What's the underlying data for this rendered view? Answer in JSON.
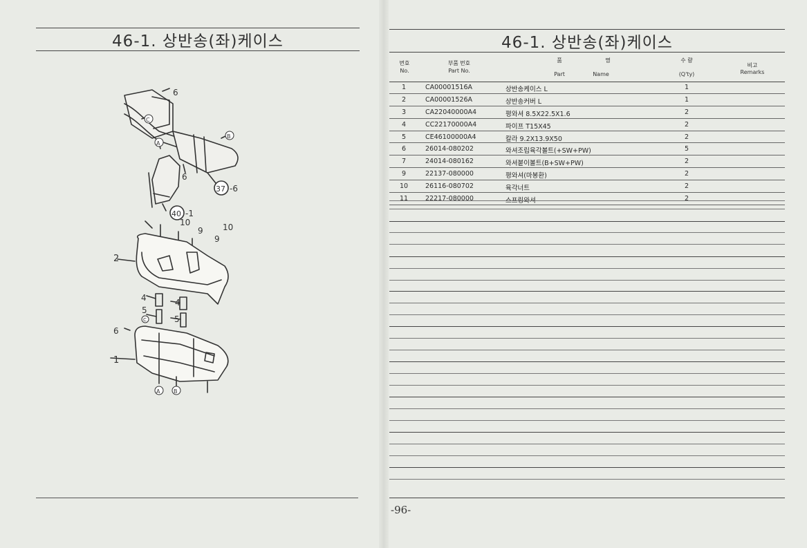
{
  "left_page": {
    "title": "46-1. 상반송(좌)케이스",
    "callouts": {
      "c6_top": "6",
      "cC": "C",
      "cB": "B",
      "cA": "A",
      "c6_mid": "6",
      "c37": "37",
      "c37_suffix": "-6",
      "c40": "40",
      "c40_suffix": "-1",
      "c10a": "10",
      "c10b": "10",
      "c9a": "9",
      "c9b": "9",
      "c2": "2",
      "c4a": "4",
      "c4b": "4",
      "c5a": "5",
      "c5b": "5",
      "cC2": "C",
      "c6_low": "6",
      "c1": "1",
      "cA2": "A",
      "cB2": "B"
    }
  },
  "right_page": {
    "title": "46-1. 상반송(좌)케이스",
    "page_number": "-96-",
    "header": {
      "no_ko": "번호",
      "no_en": "No.",
      "part_no_ko": "부품 번호",
      "part_no_en": "Part   No.",
      "name_ko_1": "품",
      "name_ko_2": "명",
      "name_en_1": "Part",
      "name_en_2": "Name",
      "qty_ko": "수  량",
      "qty_en": "(Q'ty)",
      "remarks_ko": "비고",
      "remarks_en": "Remarks"
    },
    "rows": [
      {
        "no": "1",
        "part_no": "CA00001516A",
        "name": "상반송케이스 L",
        "qty": "1"
      },
      {
        "no": "2",
        "part_no": "CA00001526A",
        "name": "상반송커버 L",
        "qty": "1"
      },
      {
        "no": "3",
        "part_no": "CA22040000A4",
        "name": "평와셔 8.5X22.5X1.6",
        "qty": "2"
      },
      {
        "no": "4",
        "part_no": "CC22170000A4",
        "name": "파이프 T15X45",
        "qty": "2"
      },
      {
        "no": "5",
        "part_no": "CE46100000A4",
        "name": "칼라 9.2X13.9X50",
        "qty": "2"
      },
      {
        "no": "6",
        "part_no": "26014-080202",
        "name": "와셔조립육각볼트(+SW+PW)",
        "qty": "5"
      },
      {
        "no": "7",
        "part_no": "24014-080162",
        "name": "와셔붙이볼트(B+SW+PW)",
        "qty": "2"
      },
      {
        "no": "9",
        "part_no": "22137-080000",
        "name": "평와셔(마봉환)",
        "qty": "2"
      },
      {
        "no": "10",
        "part_no": "26116-080702",
        "name": "육각너트",
        "qty": "2"
      },
      {
        "no": "11",
        "part_no": "22217-080000",
        "name": "스프링와셔",
        "qty": "2"
      }
    ]
  }
}
